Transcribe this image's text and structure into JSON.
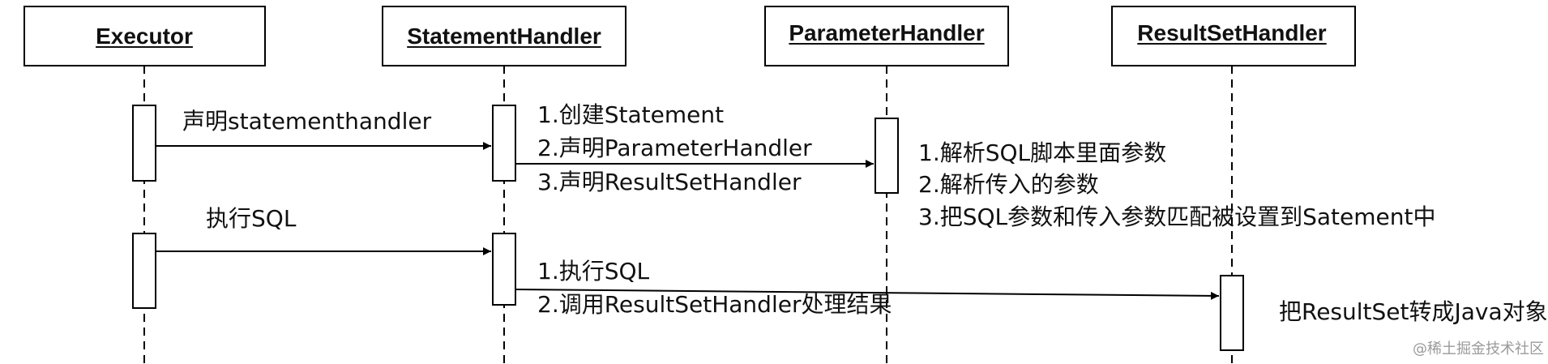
{
  "participants": [
    {
      "id": "executor",
      "name": "Executor"
    },
    {
      "id": "statement-handler",
      "name": "StatementHandler"
    },
    {
      "id": "parameter-handler",
      "name": "ParameterHandler"
    },
    {
      "id": "resultset-handler",
      "name": "ResultSetHandler"
    }
  ],
  "messages": [
    {
      "id": "declare-statementhandler",
      "lines": [
        "声明statementhandler"
      ]
    },
    {
      "id": "statement-to-parameter",
      "lines": [
        "1.创建Statement",
        "2.声明ParameterHandler",
        "3.声明ResultSetHandler"
      ]
    },
    {
      "id": "execute-sql",
      "lines": [
        "执行SQL"
      ]
    },
    {
      "id": "statement-to-resultset",
      "lines": [
        "1.执行SQL",
        "2.调用ResultSetHandler处理结果"
      ]
    }
  ],
  "notes": [
    {
      "id": "parameter-note",
      "lines": [
        "1.解析SQL脚本里面参数",
        "2.解析传入的参数",
        "3.把SQL参数和传入参数匹配被设置到Satement中"
      ]
    },
    {
      "id": "resultset-note",
      "lines": [
        "把ResultSet转成Java对象"
      ]
    }
  ],
  "watermark": "@稀土掘金技术社区",
  "colors": {
    "line": "#000000",
    "text": "#111111",
    "box_fill": "#ffffff",
    "watermark": "#9a9a9a"
  }
}
